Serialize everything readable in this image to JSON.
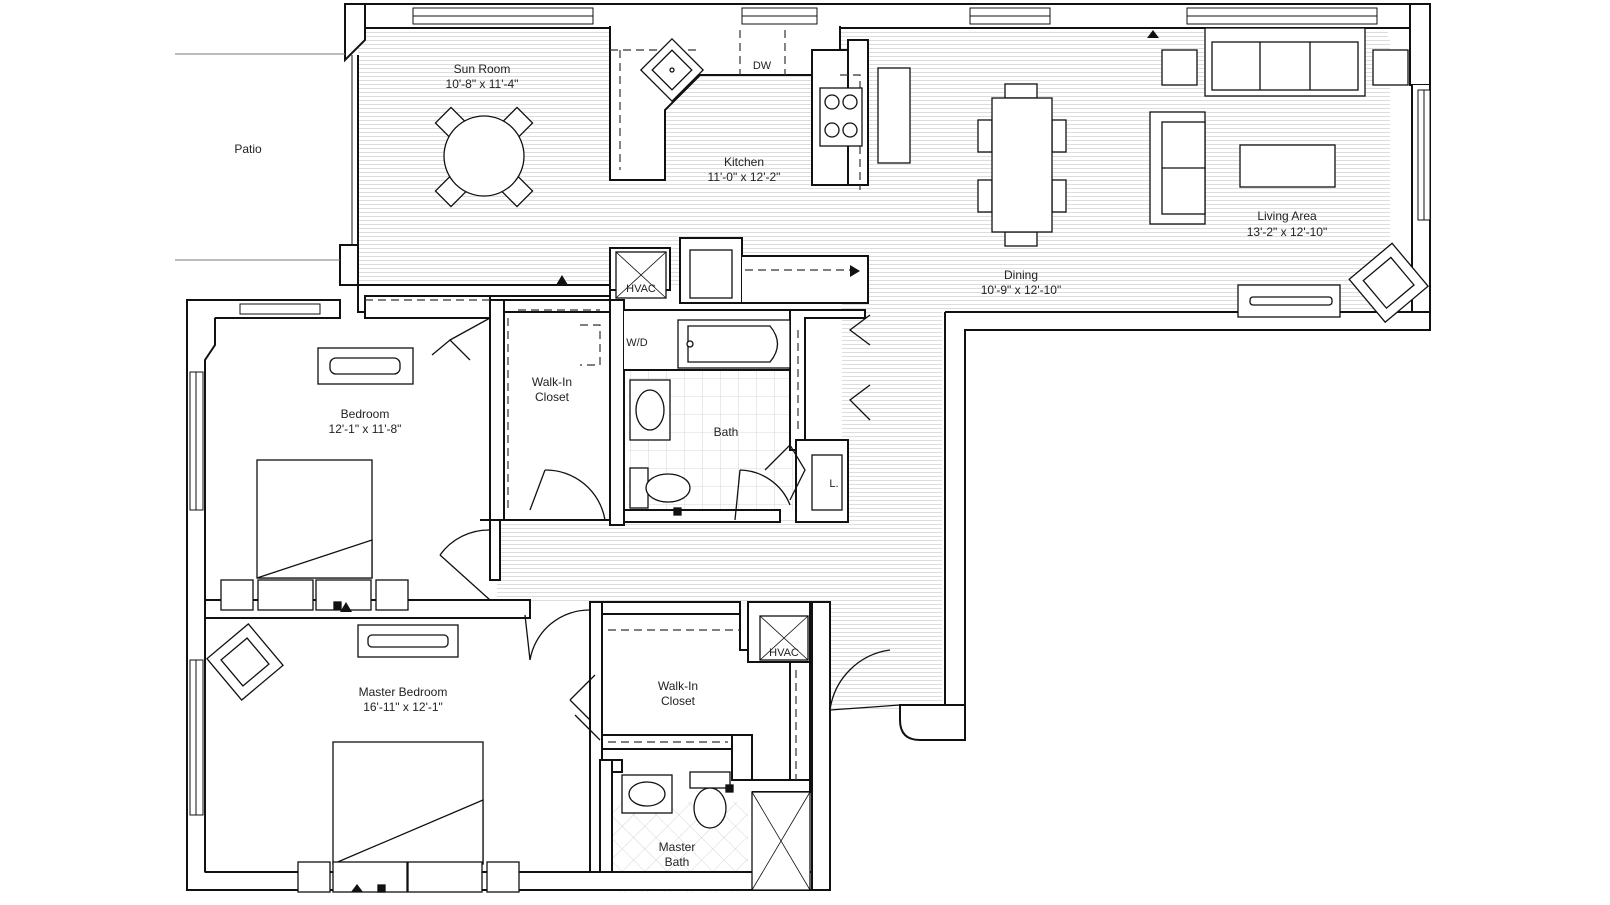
{
  "rooms": {
    "patio": {
      "name": "Patio"
    },
    "sun_room": {
      "name": "Sun Room",
      "dims": "10'-8\" x 11'-4\""
    },
    "kitchen": {
      "name": "Kitchen",
      "dims": "11'-0\" x 12'-2\""
    },
    "dining": {
      "name": "Dining",
      "dims": "10'-9\" x 12'-10\""
    },
    "living_area": {
      "name": "Living Area",
      "dims": "13'-2\" x 12'-10\""
    },
    "bedroom": {
      "name": "Bedroom",
      "dims": "12'-1\" x 11'-8\""
    },
    "walk_in_closet": {
      "name_line1": "Walk-In",
      "name_line2": "Closet"
    },
    "bath": {
      "name": "Bath"
    },
    "master_bedroom": {
      "name": "Master Bedroom",
      "dims": "16'-11\" x 12'-1\""
    },
    "master_walk_in_closet": {
      "name_line1": "Walk-In",
      "name_line2": "Closet"
    },
    "master_bath": {
      "name_line1": "Master",
      "name_line2": "Bath"
    }
  },
  "fixtures": {
    "dishwasher": "DW",
    "hvac_main": "HVAC",
    "hvac_master": "HVAC",
    "washer_dryer": "W/D",
    "linen": "L."
  }
}
